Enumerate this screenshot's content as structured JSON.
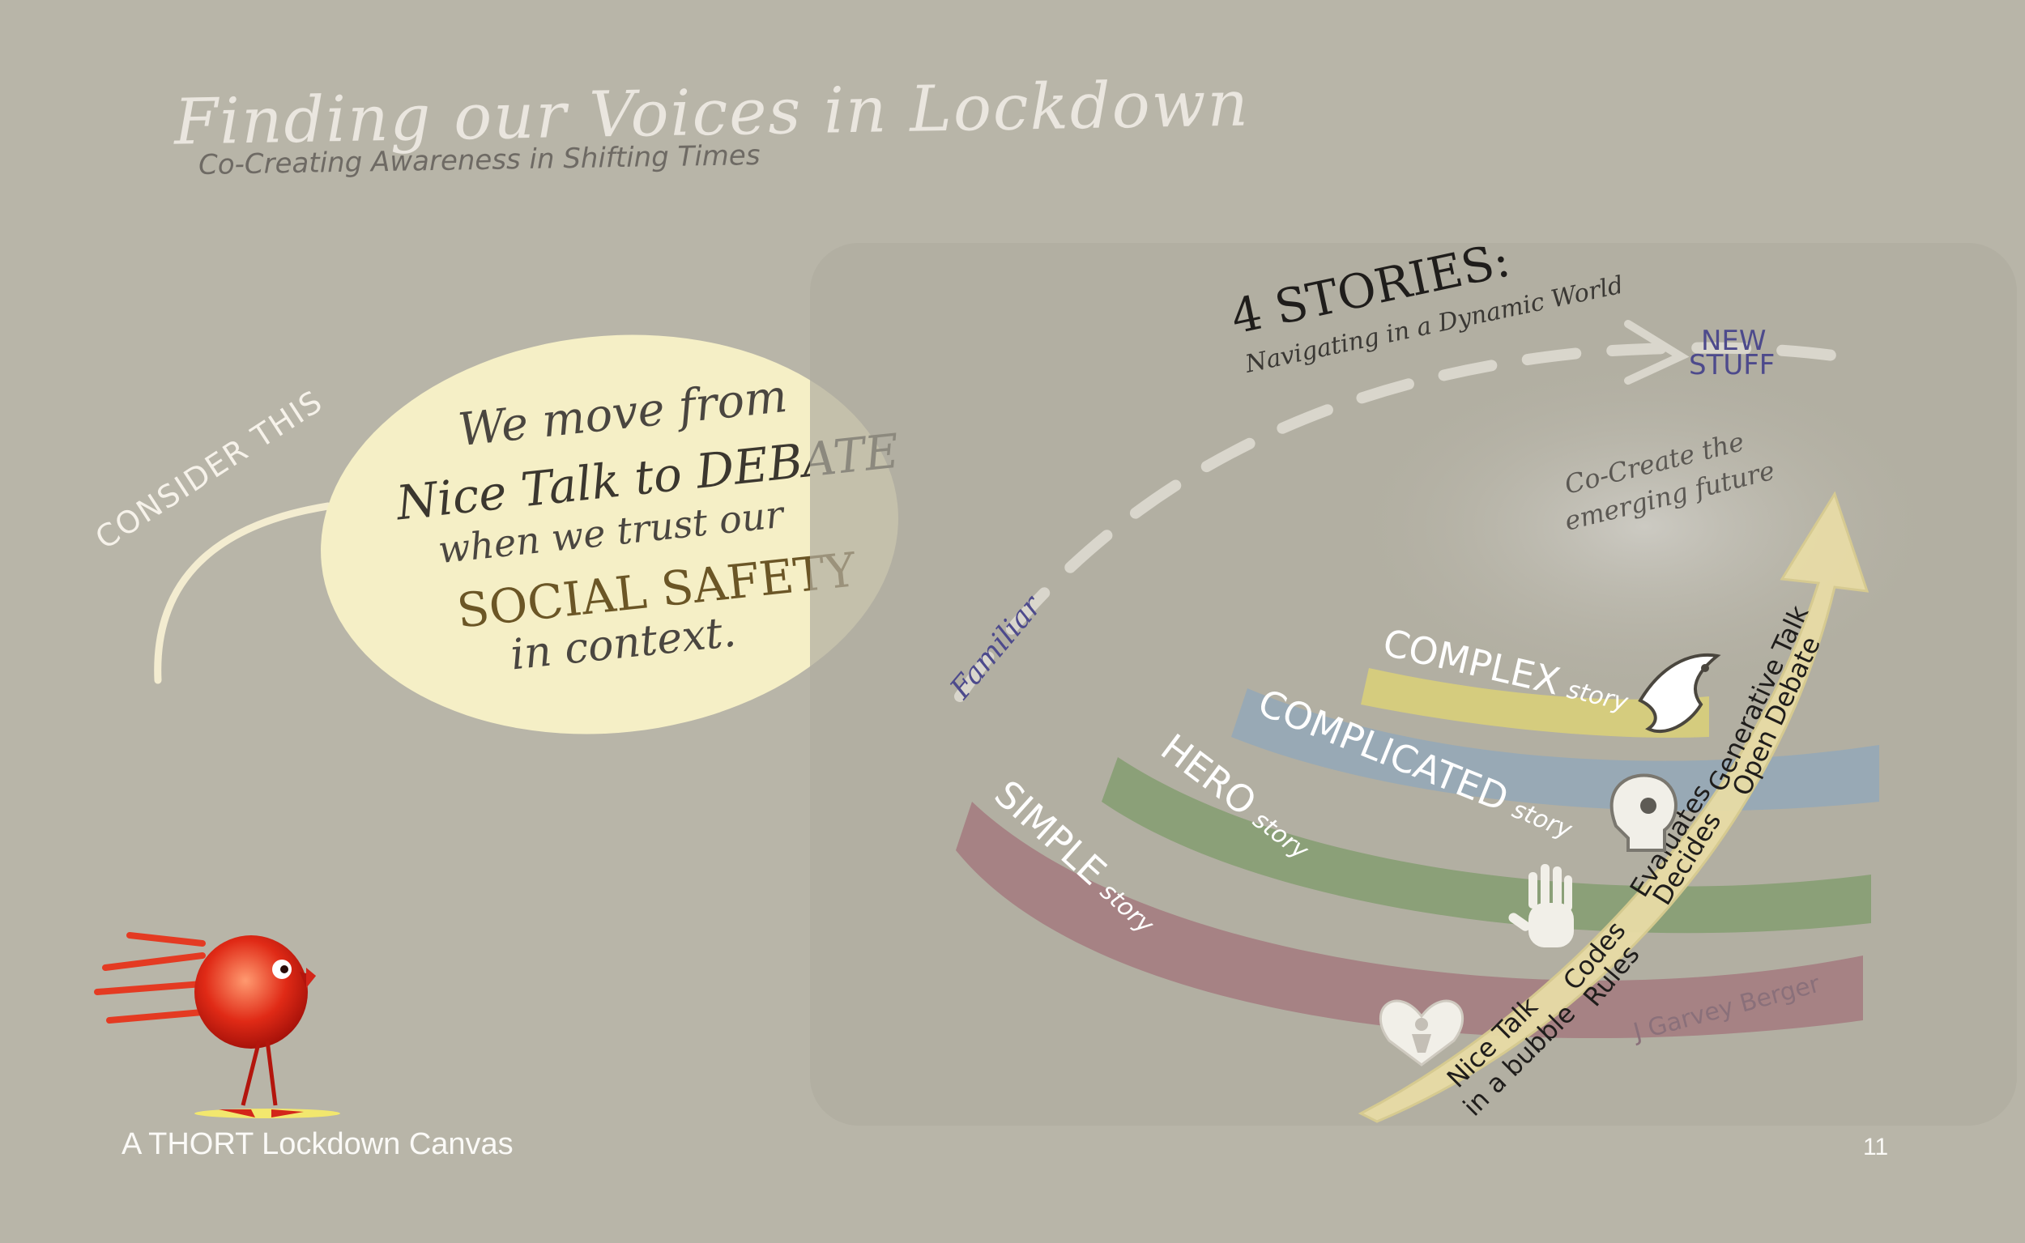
{
  "slide": {
    "title": "Finding our Voices in Lockdown",
    "subtitle": "Co-Creating Awareness in Shifting Times",
    "footer": "A THORT Lockdown Canvas",
    "page_number": "11"
  },
  "callout": {
    "prompt": "CONSIDER THIS",
    "line1": "We move from",
    "line2": "Nice Talk to DEBATE",
    "line3": "when we trust our",
    "line4": "SOCIAL SAFETY",
    "line5": "in context."
  },
  "diagram": {
    "heading": "4 STORIES:",
    "subheading": "Navigating in a Dynamic World",
    "new_stuff_1": "NEW",
    "new_stuff_2": "STUFF",
    "familiar": "Familiar",
    "co_create_1": "Co-Create the",
    "co_create_2": "emerging future",
    "stories": [
      {
        "name": "COMPLEX",
        "suffix": "story",
        "color": "#d8cf7a"
      },
      {
        "name": "COMPLICATED",
        "suffix": "story",
        "color": "#93a8b8"
      },
      {
        "name": "HERO",
        "suffix": "story",
        "color": "#7d9b6a"
      },
      {
        "name": "SIMPLE",
        "suffix": "story",
        "color": "#a2737a"
      }
    ],
    "stages": [
      {
        "line1": "Nice Talk",
        "line2": "in a bubble",
        "icon": "heart-figure-icon"
      },
      {
        "line1": "Codes",
        "line2": "Rules",
        "icon": "hand-icon"
      },
      {
        "line1": "Evaluates",
        "line2": "Decides",
        "icon": "head-icon"
      },
      {
        "line1": "Generative Talk",
        "line2": "Open Debate",
        "icon": "dove-icon"
      }
    ],
    "credit": "J Garvey Berger"
  },
  "colors": {
    "background": "#b8b5a8",
    "bubble": "#f5efc6",
    "arrow": "#e8dca6",
    "accent_purple": "#4d4a8c"
  }
}
